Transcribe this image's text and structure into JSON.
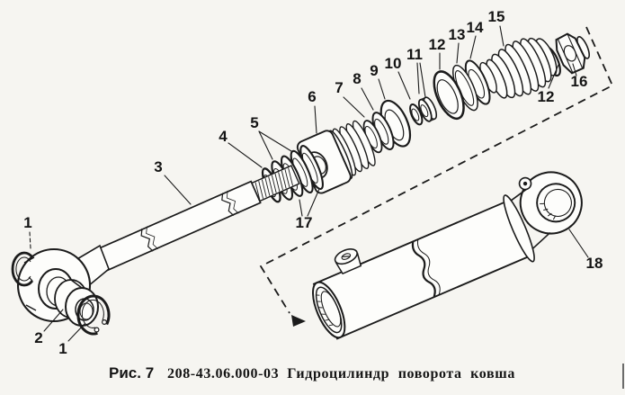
{
  "figure_caption": {
    "fig_label": "Рис. 7",
    "part_number": "208-43.06.000-03",
    "title": "Гидроцилиндр поворота ковша"
  },
  "colors": {
    "ink": "#1b1b1b",
    "paper": "#f6f5f1"
  },
  "callouts": [
    {
      "num": "1"
    },
    {
      "num": "2"
    },
    {
      "num": "1"
    },
    {
      "num": "3"
    },
    {
      "num": "4"
    },
    {
      "num": "5"
    },
    {
      "num": "6"
    },
    {
      "num": "7"
    },
    {
      "num": "8"
    },
    {
      "num": "9"
    },
    {
      "num": "10"
    },
    {
      "num": "11"
    },
    {
      "num": "12"
    },
    {
      "num": "13"
    },
    {
      "num": "14"
    },
    {
      "num": "15"
    },
    {
      "num": "12"
    },
    {
      "num": "16"
    },
    {
      "num": "17"
    },
    {
      "num": "18"
    }
  ]
}
